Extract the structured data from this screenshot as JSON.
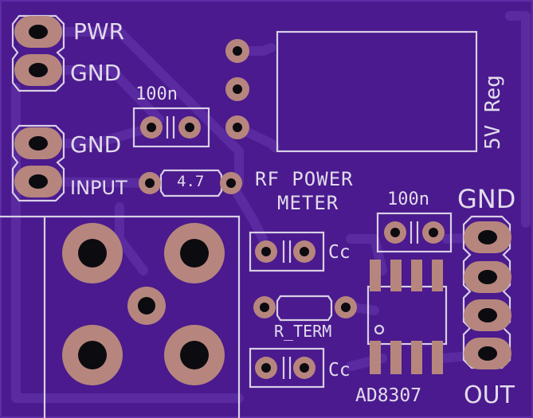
{
  "colors": {
    "board": "#4a1a8e",
    "trace": "#5a2aa0",
    "copper": "#b6867e",
    "silkscreen": "#d8cfe6",
    "drill": "#0c0b10"
  },
  "labels": {
    "pwr": "PWR",
    "gnd_top": "GND",
    "gnd_mid": "GND",
    "input": "INPUT",
    "cap_top": "100n",
    "resistor_value": "4.7",
    "title_line1": "RF POWER",
    "title_line2": "METER",
    "cap_right": "100n",
    "gnd_right": "GND",
    "cc_top": "Cc",
    "r_term": "R_TERM",
    "cc_bottom": "Cc",
    "ic": "AD8307",
    "out": "OUT",
    "regulator": "5V Reg"
  }
}
